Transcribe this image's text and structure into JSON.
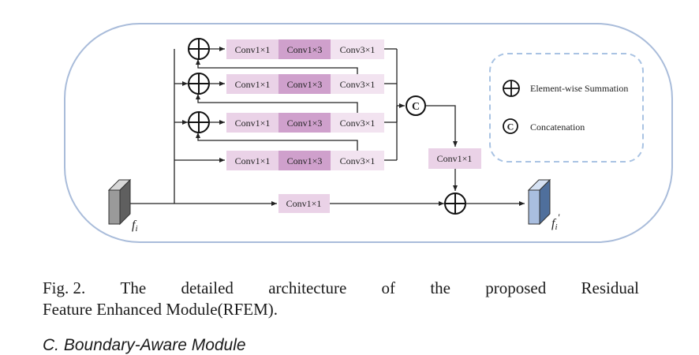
{
  "diagram": {
    "rows": [
      {
        "blocks": [
          "Conv1×1",
          "Conv1×3",
          "Conv3×1"
        ]
      },
      {
        "blocks": [
          "Conv1×1",
          "Conv1×3",
          "Conv3×1"
        ]
      },
      {
        "blocks": [
          "Conv1×1",
          "Conv1×3",
          "Conv3×1"
        ]
      },
      {
        "blocks": [
          "Conv1×1",
          "Conv1×3",
          "Conv3×1"
        ]
      }
    ],
    "fuse_conv": "Conv1×1",
    "shortcut_conv": "Conv1×1",
    "concat_symbol": "C",
    "input_label": "f",
    "input_sub": "i",
    "output_label": "f",
    "output_sub": "i",
    "output_prime": "′",
    "legend": {
      "sum_label": "Element-wise Summation",
      "concat_symbol": "C",
      "concat_label": "Concatenation"
    },
    "colors": {
      "border": "#a9bcda",
      "legend_border": "#a9c3e3",
      "light_block": "#ead2e7",
      "mid_block": "#cfa0cc",
      "feature_gray": "#9a9a9a",
      "feature_blue": "#a9bedf"
    }
  },
  "caption": {
    "fig": "Fig. 2.",
    "line1_words": [
      "The",
      "detailed",
      "architecture",
      "of",
      "the",
      "proposed",
      "Residual"
    ],
    "line2": "Feature Enhanced Module(RFEM)."
  },
  "next_section": "C. Boundary-Aware Module"
}
